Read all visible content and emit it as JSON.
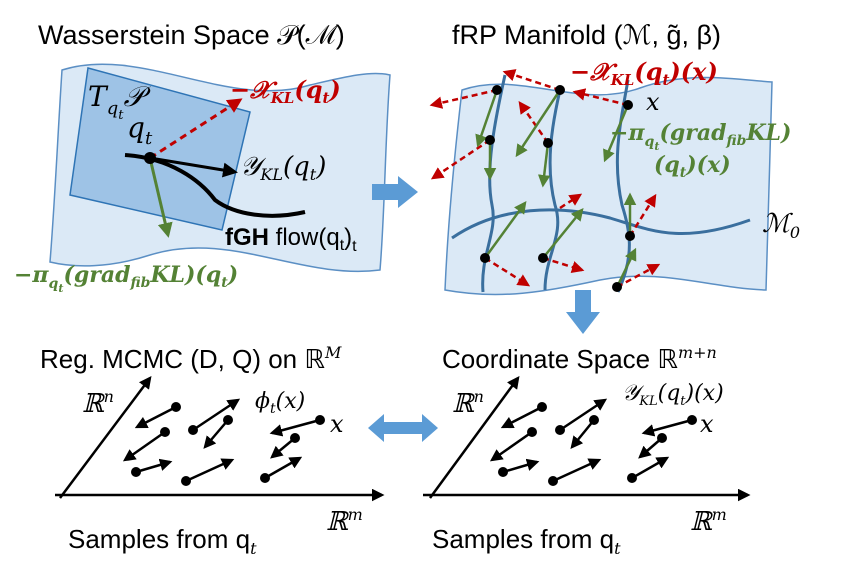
{
  "colors": {
    "surface_fill": "#dbe9f6",
    "surface_stroke": "#5b8fc4",
    "tangent_fill": "#8ab6e0",
    "tangent_stroke": "#2e74b5",
    "curve": "#3a6f9e",
    "red_arrow": "#c00000",
    "green_arrow": "#548235",
    "transition_arrow": "#5b9bd5",
    "black": "#000000"
  },
  "panels": {
    "wasserstein": {
      "title": "Wasserstein Space 𝒫(ℳ)",
      "tangent_label": "T",
      "tangent_sub": "q",
      "tangent_subsub": "t",
      "tangent_P": "𝒫",
      "point_label": "q",
      "point_sub": "t",
      "red_label_prefix": "−",
      "red_label_main": "𝒳",
      "red_label_sub": "KL",
      "red_label_arg": "(q",
      "red_label_argsub": "t",
      "red_label_close": ")",
      "black_label": "𝒴",
      "black_label_sub": "KL",
      "black_label_arg": "(q",
      "black_label_argsub": "t",
      "black_label_close": ")",
      "flow_bold": "fGH",
      "flow_text": " flow(q",
      "flow_sub": "t",
      "flow_close": ")",
      "flow_subt": "t",
      "green_label_prefix": "−π",
      "green_label_sub": "q",
      "green_label_subsub": "t",
      "green_label_grad": "(grad",
      "green_label_gradsub": "fib",
      "green_label_rest": "KL)(q",
      "green_label_argsub": "t",
      "green_label_close": ")"
    },
    "frp": {
      "title": "fRP Manifold (ℳ, g̃, β)",
      "red_label_prefix": "−",
      "red_label_main": "𝒳",
      "red_label_sub": "KL",
      "red_label_arg": "(q",
      "red_label_argsub": "t",
      "red_label_close": ")(x)",
      "x_label": "x",
      "green_label_prefix": "−π",
      "green_label_sub": "q",
      "green_label_subsub": "t",
      "green_label_grad": "(grad",
      "green_label_gradsub": "fib",
      "green_label_rest": "KL)",
      "green_line2": "(q",
      "green_line2_sub": "t",
      "green_line2_close": ")(x)",
      "m0_label": "ℳ",
      "m0_sub": "0"
    },
    "mcmc": {
      "title": "Reg. MCMC (D, Q) on ℝ",
      "title_sup": "M",
      "axis_y": "ℝ",
      "axis_y_sup": "n",
      "axis_x": "ℝ",
      "axis_x_sup": "m",
      "phi_label": "ϕ",
      "phi_sub": "t",
      "phi_arg": "(x)",
      "x_label": "x",
      "samples": "Samples from q",
      "samples_sub": "t"
    },
    "coord": {
      "title": "Coordinate Space ℝ",
      "title_sup": "m+n",
      "axis_y": "ℝ",
      "axis_y_sup": "n",
      "axis_x": "ℝ",
      "axis_x_sup": "m",
      "y_label": "𝒴",
      "y_sub": "KL",
      "y_arg": "(q",
      "y_argsub": "t",
      "y_close": ")(x)",
      "x_label": "x",
      "samples": "Samples from q",
      "samples_sub": "t"
    }
  }
}
